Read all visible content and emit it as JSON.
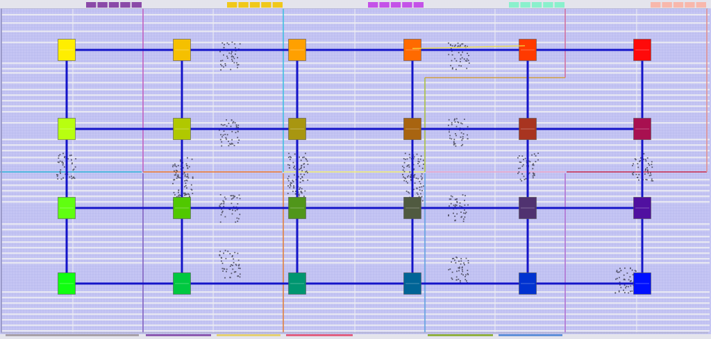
{
  "diagram": {
    "background_color": "#c6c6f4",
    "grid_line_color": "#aeb0ea",
    "channel_color": "#ececf2",
    "link_color": "#1414c8",
    "top_bar_colors": [
      "#8a4aa8",
      "#f0c81a",
      "#c452e8",
      "#8af0cc",
      "#f8b8ac"
    ],
    "partition_line_colors": [
      "#2cb4d8",
      "#f07828",
      "#f4f070",
      "#f0a8c8",
      "#c82848"
    ],
    "bottom_bar_colors": [
      "#a8a0a8",
      "#8c5ab0",
      "#e4d070",
      "#e06080",
      "#90b040",
      "#6090d8"
    ],
    "nodes": [
      {
        "row": 0,
        "col": 0,
        "color": "#ffee00"
      },
      {
        "row": 0,
        "col": 1,
        "color": "#f5c000"
      },
      {
        "row": 0,
        "col": 2,
        "color": "#ffa000"
      },
      {
        "row": 0,
        "col": 3,
        "color": "#ff6a00"
      },
      {
        "row": 0,
        "col": 4,
        "color": "#ff3a00"
      },
      {
        "row": 0,
        "col": 5,
        "color": "#ff0a0a"
      },
      {
        "row": 1,
        "col": 0,
        "color": "#b8ff10"
      },
      {
        "row": 1,
        "col": 1,
        "color": "#b0c800"
      },
      {
        "row": 1,
        "col": 2,
        "color": "#a89610"
      },
      {
        "row": 1,
        "col": 3,
        "color": "#a86410"
      },
      {
        "row": 1,
        "col": 4,
        "color": "#a83420"
      },
      {
        "row": 1,
        "col": 5,
        "color": "#a81050"
      },
      {
        "row": 2,
        "col": 0,
        "color": "#60ff10"
      },
      {
        "row": 2,
        "col": 1,
        "color": "#50c800"
      },
      {
        "row": 2,
        "col": 2,
        "color": "#50961a"
      },
      {
        "row": 2,
        "col": 3,
        "color": "#505a40"
      },
      {
        "row": 2,
        "col": 4,
        "color": "#503270"
      },
      {
        "row": 2,
        "col": 5,
        "color": "#5010a0"
      },
      {
        "row": 3,
        "col": 0,
        "color": "#10ff10"
      },
      {
        "row": 3,
        "col": 1,
        "color": "#00c840"
      },
      {
        "row": 3,
        "col": 2,
        "color": "#009670"
      },
      {
        "row": 3,
        "col": 3,
        "color": "#006496"
      },
      {
        "row": 3,
        "col": 4,
        "color": "#0032d0"
      },
      {
        "row": 3,
        "col": 5,
        "color": "#0010ff"
      }
    ]
  }
}
